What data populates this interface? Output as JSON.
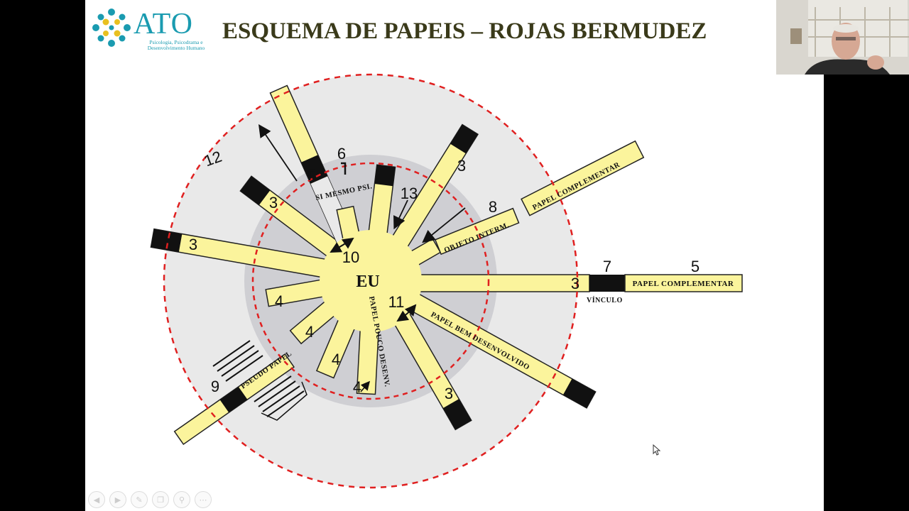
{
  "slide": {
    "title": "ESQUEMA DE  PAPEIS – ROJAS BERMUDEZ",
    "logo": {
      "name": "ATO",
      "subtitle": "Psicologia, Psicodrama e Desenvolvimento Humano"
    }
  },
  "diagram": {
    "center_label": "EU",
    "band_labels": {
      "papel_complementar_top": "PAPEL COMPLEMENTAR",
      "papel_complementar_right": "PAPEL COMPLEMENTAR",
      "objeto_interm": "OBJETO INTERM.",
      "si_mesmo": "SI MESMO PSI.",
      "vinculo": "VÍNCULO",
      "papel_bem": "PAPEL BEM DESENVOLVIDO",
      "papel_pouco": "PAPEL POUCO DESENV.",
      "pseudo_papel": "PSEUDO PAPEL"
    },
    "numbers": {
      "n3_upper_left": "3",
      "n3_left": "3",
      "n3_top_right": "3",
      "n3_right": "3",
      "n3_bottom": "3",
      "n4_left": "4",
      "n4_lower_left": "4",
      "n4_bottom": "4",
      "n4_small": "4",
      "n5": "5",
      "n6": "6",
      "n7": "7",
      "n8": "8",
      "n9": "9",
      "n10": "10",
      "n11": "11",
      "n12": "12",
      "n13": "13"
    }
  },
  "nav": {
    "buttons": [
      "back-icon",
      "forward-icon",
      "pen-icon",
      "copy-icon",
      "zoom-icon",
      "more-icon"
    ]
  },
  "colors": {
    "yellow": "#fbf49c",
    "dark": "#111111",
    "red_dashed": "#e02020",
    "outer_gray": "#e9e9e9",
    "inner_gray": "#cfcfd3",
    "logo_teal": "#1a9bb0"
  }
}
